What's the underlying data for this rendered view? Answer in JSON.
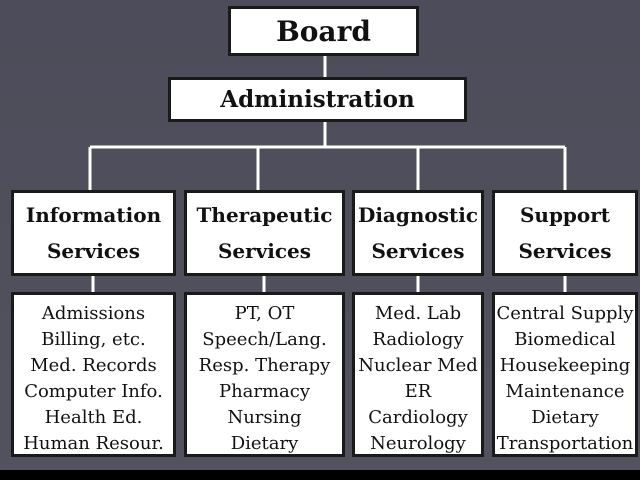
{
  "org_chart": {
    "board": "Board",
    "administration": "Administration",
    "departments": [
      {
        "title_line1": "Information",
        "title_line2": "Services",
        "units": [
          "Admissions",
          "Billing, etc.",
          "Med. Records",
          "Computer Info.",
          "Health Ed.",
          "Human Resour."
        ]
      },
      {
        "title_line1": "Therapeutic",
        "title_line2": "Services",
        "units": [
          "PT, OT",
          "Speech/Lang.",
          "Resp. Therapy",
          "Pharmacy",
          "Nursing",
          "Dietary"
        ]
      },
      {
        "title_line1": "Diagnostic",
        "title_line2": "Services",
        "units": [
          "Med. Lab",
          "Radiology",
          "Nuclear Med",
          "ER",
          "Cardiology",
          "Neurology"
        ]
      },
      {
        "title_line1": "Support",
        "title_line2": "Services",
        "units": [
          "Central Supply",
          "Biomedical",
          "Housekeeping",
          "Maintenance",
          "Dietary",
          "Transportation"
        ]
      }
    ]
  },
  "colors": {
    "background": "#4f4f5e",
    "box_fill": "#ffffff",
    "box_border": "#1a1a1a",
    "connector": "#ffffff"
  }
}
